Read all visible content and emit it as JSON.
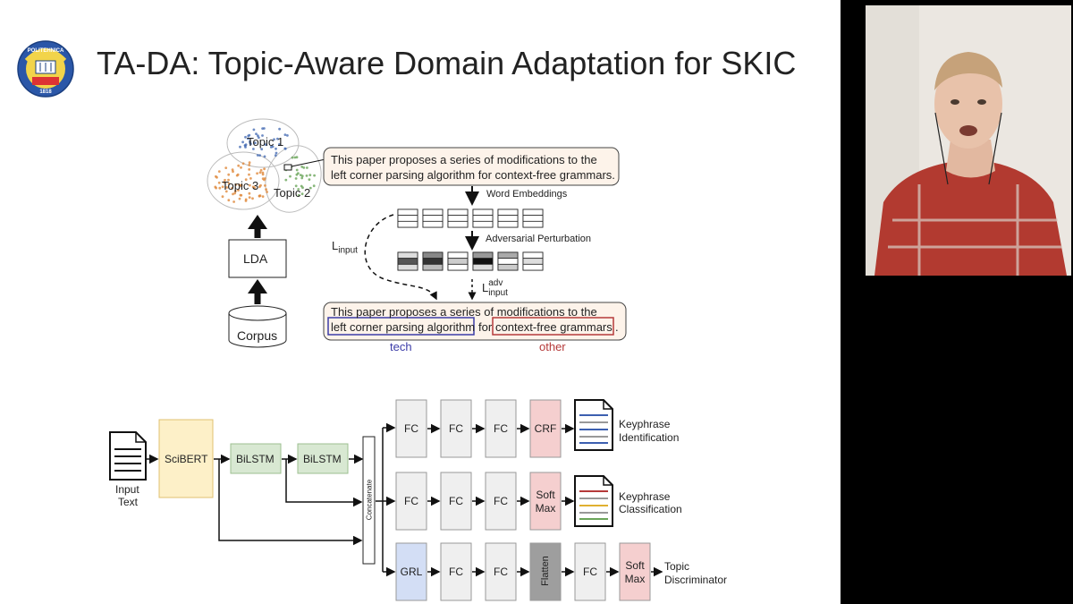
{
  "title": "TA-DA: Topic-Aware Domain Adaptation for SKIC",
  "logo": {
    "top_text": "POLITEHNICA",
    "year": "1818"
  },
  "top": {
    "topic1": "Topic 1",
    "topic2": "Topic 2",
    "topic3": "Topic 3",
    "lda": "LDA",
    "corpus": "Corpus",
    "sentence_line1": "This paper proposes a series of modifications to the",
    "sentence_line2": "left corner parsing algorithm for context-free grammars.",
    "word_embeddings": "Word Embeddings",
    "adversarial": "Adversarial Perturbation",
    "l_input": "L",
    "l_input_sub": "input",
    "l_adv": "L",
    "l_adv_sub": "input",
    "l_adv_sup": "adv",
    "out_line1": "This paper proposes a series of modifications to the",
    "out_span_tech": "left corner parsing algorithm",
    "out_for": "for",
    "out_span_other": "context-free grammars",
    "out_period": ".",
    "tag_tech": "tech",
    "tag_other": "other"
  },
  "bottom": {
    "input_text_1": "Input",
    "input_text_2": "Text",
    "scibert": "SciBERT",
    "bilstm1": "BiLSTM",
    "bilstm2": "BiLSTM",
    "concatenate": "Concatenate",
    "fc": "FC",
    "crf": "CRF",
    "soft": "Soft",
    "max": "Max",
    "grl": "GRL",
    "flatten": "Flatten",
    "kp_id_1": "Keyphrase",
    "kp_id_2": "Identification",
    "kp_cls_1": "Keyphrase",
    "kp_cls_2": "Classification",
    "topic_1": "Topic",
    "topic_2": "Discriminator"
  },
  "colors": {
    "scibert": "#fdf0c8",
    "bilstm": "#d8e8d2",
    "fc": "#efefef",
    "crf": "#f5cfcf",
    "grl": "#d3def5",
    "flatten": "#9e9e9e",
    "tech_box": "#3c3ca8",
    "other_box": "#b53a3a",
    "topic1": "#4a6fb5",
    "topic2": "#6aa55a",
    "topic3": "#e08a3c"
  }
}
